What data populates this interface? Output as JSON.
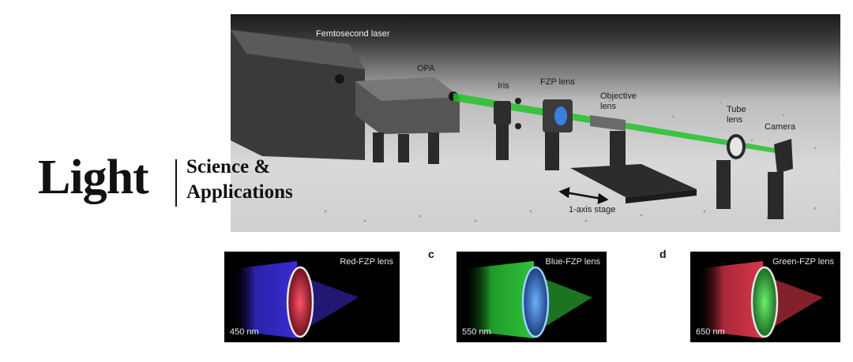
{
  "setup_labels": {
    "laser": "Femtosecond laser",
    "opa": "OPA",
    "iris": "Iris",
    "fzp": "FZP lens",
    "objective": "Objective\nlens",
    "tube": "Tube\nlens",
    "camera": "Camera",
    "stage": "1-axis stage"
  },
  "brand": {
    "big": "Light",
    "line1": "Science &",
    "line2": "Applications"
  },
  "panels": [
    {
      "letter": "",
      "title": "Red-FZP lens",
      "wavelength": "450 nm",
      "beam": "#3a2ccf",
      "glow": "#d43a4a",
      "ring": "#e8e8e8"
    },
    {
      "letter": "c",
      "title": "Blue-FZP lens",
      "wavelength": "550 nm",
      "beam": "#2fc23a",
      "glow": "#3a7fd8",
      "ring": "#9ed0ff"
    },
    {
      "letter": "d",
      "title": "Green-FZP lens",
      "wavelength": "650 nm",
      "beam": "#d8364a",
      "glow": "#35c43a",
      "ring": "#e8e8e8"
    }
  ],
  "colors": {
    "beam": "#22c22a",
    "table": "#cfcfcf",
    "hardware": "#3a3a3a"
  }
}
